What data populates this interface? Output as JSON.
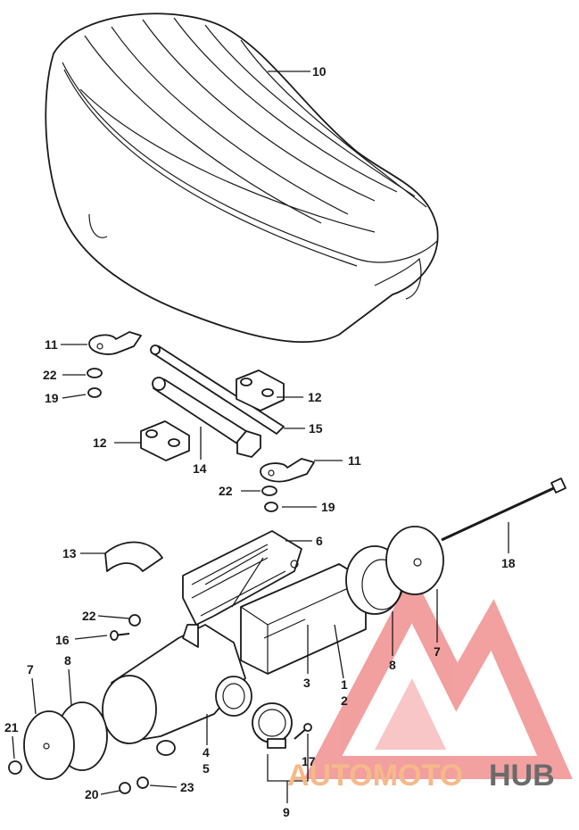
{
  "callouts": [
    {
      "id": "c10",
      "text": "10"
    },
    {
      "id": "c11a",
      "text": "11"
    },
    {
      "id": "c22a",
      "text": "22"
    },
    {
      "id": "c19a",
      "text": "19"
    },
    {
      "id": "c12a",
      "text": "12"
    },
    {
      "id": "c15",
      "text": "15"
    },
    {
      "id": "c12b",
      "text": "12"
    },
    {
      "id": "c14",
      "text": "14"
    },
    {
      "id": "c11b",
      "text": "11"
    },
    {
      "id": "c22b",
      "text": "22"
    },
    {
      "id": "c19b",
      "text": "19"
    },
    {
      "id": "c13",
      "text": "13"
    },
    {
      "id": "c6",
      "text": "6"
    },
    {
      "id": "c18",
      "text": "18"
    },
    {
      "id": "c22c",
      "text": "22"
    },
    {
      "id": "c16",
      "text": "16"
    },
    {
      "id": "c7a",
      "text": "7"
    },
    {
      "id": "c8a",
      "text": "8"
    },
    {
      "id": "c3",
      "text": "3"
    },
    {
      "id": "c1",
      "text": "1"
    },
    {
      "id": "c2",
      "text": "2"
    },
    {
      "id": "c8b",
      "text": "8"
    },
    {
      "id": "c7b",
      "text": "7"
    },
    {
      "id": "c21",
      "text": "21"
    },
    {
      "id": "c4",
      "text": "4"
    },
    {
      "id": "c5",
      "text": "5"
    },
    {
      "id": "c17",
      "text": "17"
    },
    {
      "id": "c20",
      "text": "20"
    },
    {
      "id": "c23",
      "text": "23"
    },
    {
      "id": "c9",
      "text": "9"
    }
  ],
  "watermark": {
    "part1": "AUTOMOTO",
    "part2": "HUB",
    "color_auto": "#f5b98a",
    "color_hub": "#6b6b6b",
    "logo_color": "#f08f8f"
  }
}
